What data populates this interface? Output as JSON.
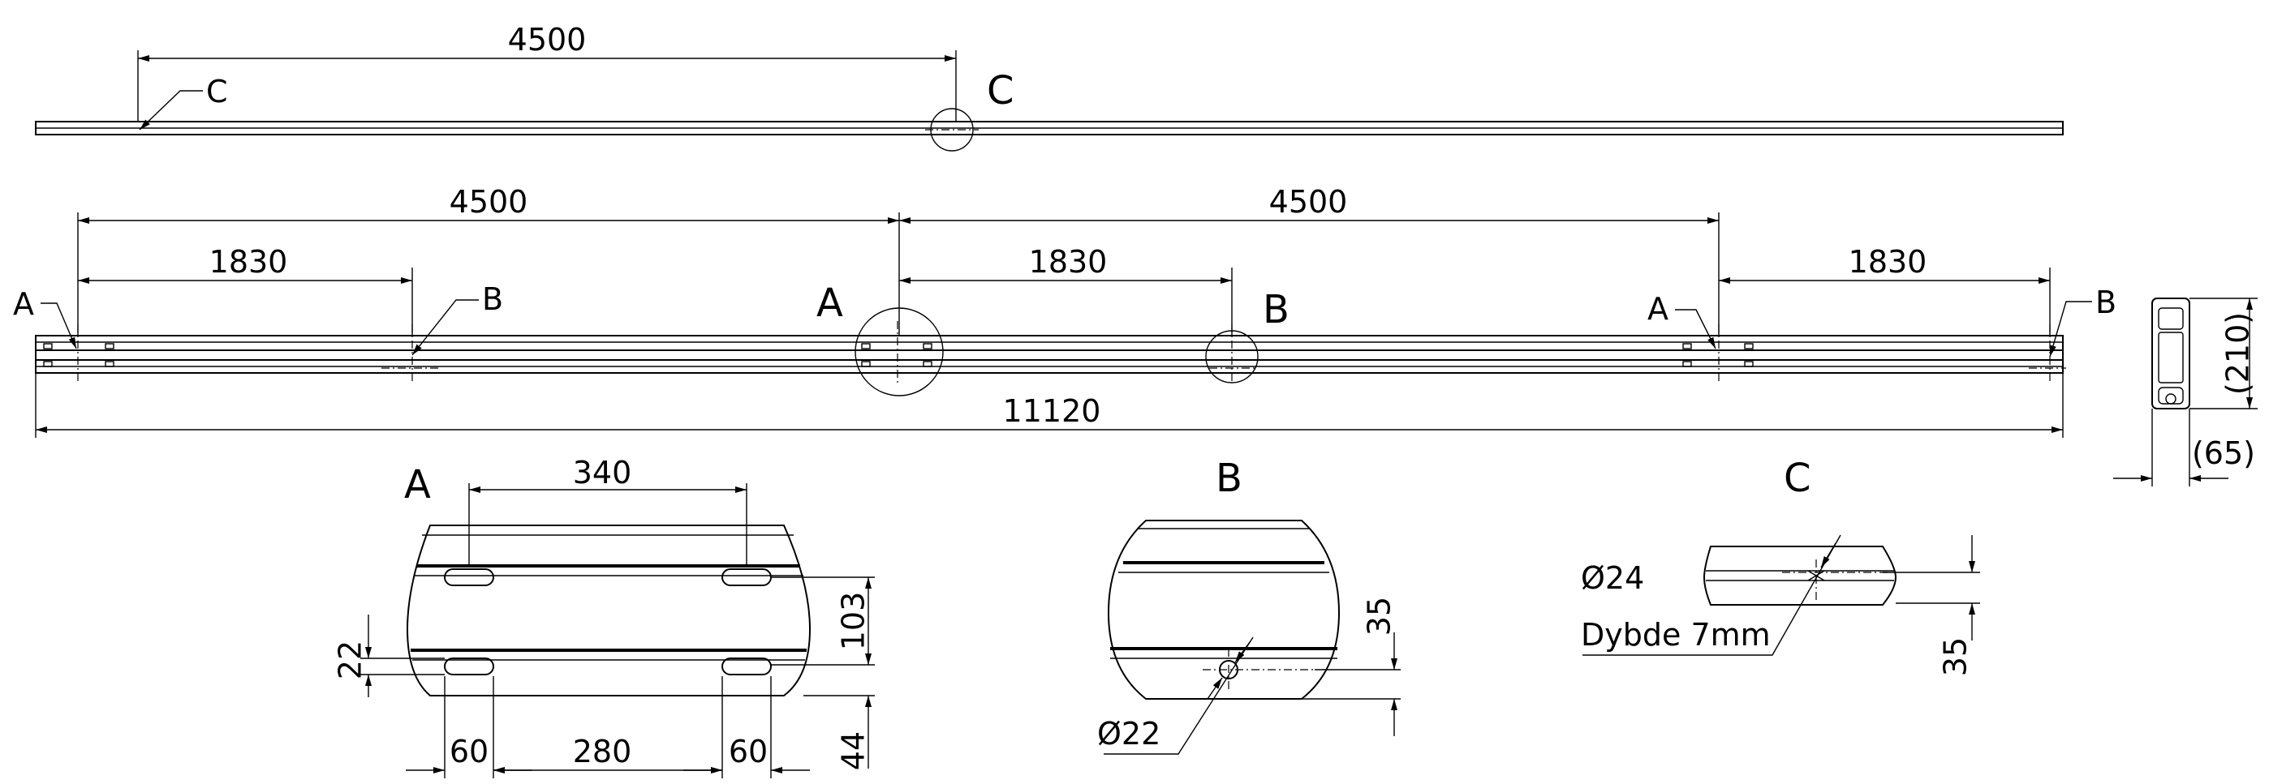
{
  "top_beam": {
    "dim_4500": "4500",
    "label_c": "C",
    "callout_c": "C"
  },
  "main_beam": {
    "dim_4500_left": "4500",
    "dim_4500_right": "4500",
    "dim_1830_1": "1830",
    "dim_1830_2": "1830",
    "dim_1830_3": "1830",
    "label_a_left": "A",
    "label_b_left": "B",
    "callout_a": "A",
    "callout_b": "B",
    "label_a_right": "A",
    "label_b_right": "B",
    "overall_length": "11120"
  },
  "section": {
    "height": "(210)",
    "width": "(65)"
  },
  "detail_a": {
    "title": "A",
    "dim_340": "340",
    "dim_103": "103",
    "dim_22": "22",
    "dim_44": "44",
    "dim_60_left": "60",
    "dim_280": "280",
    "dim_60_right": "60"
  },
  "detail_b": {
    "title": "B",
    "dim_35": "35",
    "diameter": "Ø22"
  },
  "detail_c": {
    "title": "C",
    "diameter": "Ø24",
    "depth": "Dybde 7mm",
    "dim_35": "35"
  }
}
